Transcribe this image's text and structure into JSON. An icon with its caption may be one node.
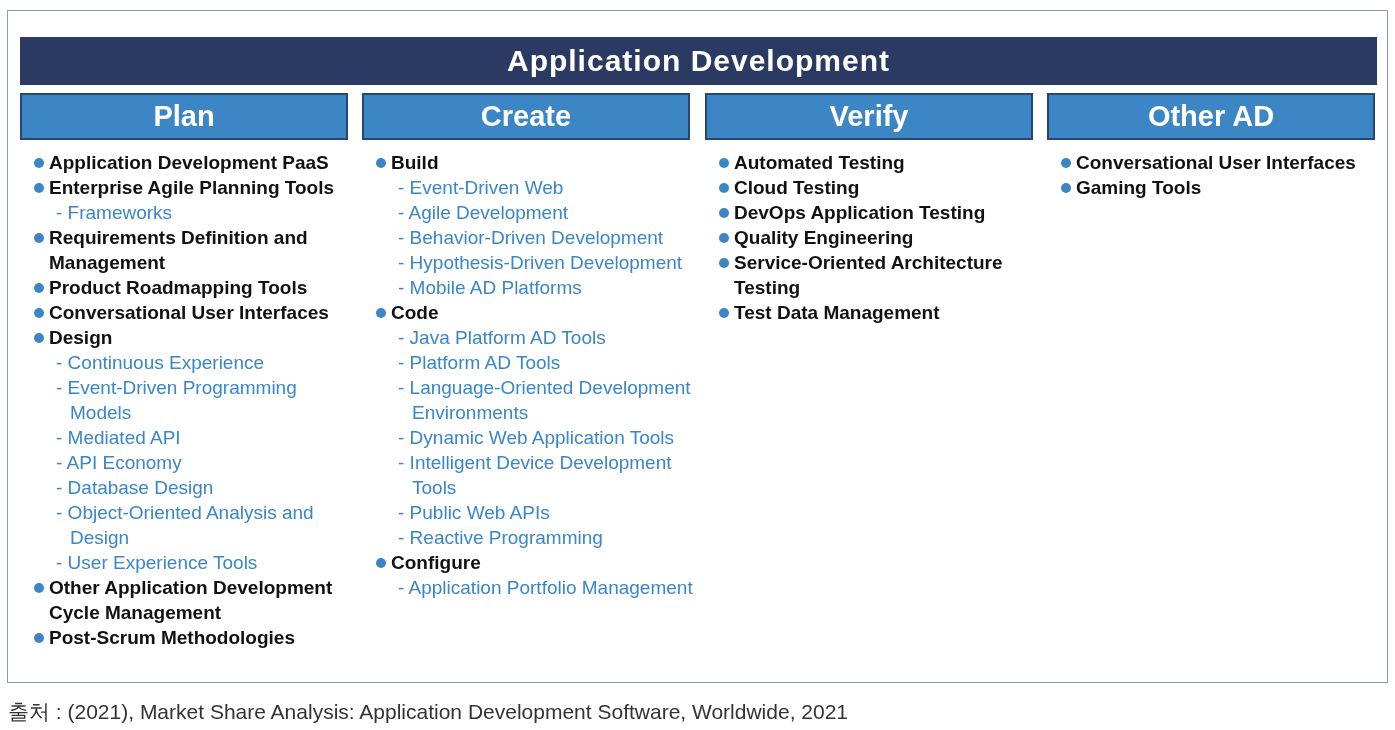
{
  "diagram": {
    "caption": "출처 : (2021), Market Share Analysis: Application Development Software, Worldwide, 2021",
    "nodes": [
      {
        "text": [
          "Application Development"
        ]
      },
      {
        "text": [
          "Plan"
        ]
      },
      {
        "text": [
          "Create"
        ]
      },
      {
        "text": [
          "Verify"
        ]
      },
      {
        "text": [
          "Other AD"
        ]
      }
    ],
    "labels": [
      "Application Development PaaS",
      "Enterprise Agile Planning Tools",
      "- Frameworks",
      "Requirements Definition and Management",
      "Product Roadmapping Tools",
      "Conversational User Interfaces",
      "Design",
      "- Continuous Experience",
      "- Event-Driven Programming Models",
      "- Mediated API",
      "- API Economy",
      "- Database Design",
      "- Object-Oriented Analysis and Design",
      "- User Experience Tools",
      "Other Application Development Cycle Management",
      "Post-Scrum Methodologies",
      "Build",
      "- Event-Driven Web",
      "- Agile Development",
      "- Behavior-Driven Development",
      "- Hypothesis-Driven Development",
      "- Mobile AD Platforms",
      "Code",
      "- Java Platform AD Tools",
      "- Platform AD Tools",
      "- Language-Oriented Development Environments",
      "- Dynamic Web Application Tools",
      "- Intelligent Device Development Tools",
      "- Public Web APIs",
      "- Reactive Programming",
      "Configure",
      "- Application Portfolio Management",
      "Automated Testing",
      "Cloud Testing",
      "DevOps Application Testing",
      "Quality Engineering",
      "Service-Oriented Architecture Testing",
      "Test Data Management",
      "Conversational User Interfaces",
      "Gaming Tools"
    ]
  }
}
